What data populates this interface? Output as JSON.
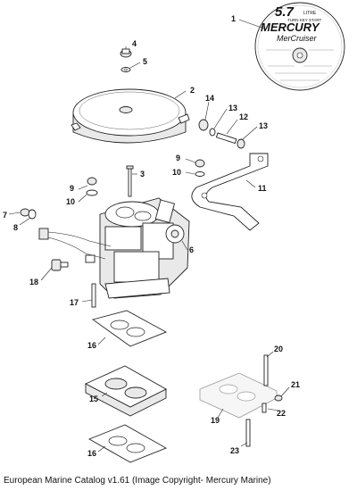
{
  "caption": "European Marine Catalog v1.61 (Image Copyright- Mercury Marine)",
  "disc": {
    "engine_size": "5.7",
    "litre": "LITRE",
    "start_type": "TURN KEY START",
    "brand": "MERCURY",
    "product": "MerCruiser"
  },
  "callouts": [
    {
      "id": "c1",
      "label": "1"
    },
    {
      "id": "c2",
      "label": "2"
    },
    {
      "id": "c3",
      "label": "3"
    },
    {
      "id": "c4",
      "label": "4"
    },
    {
      "id": "c5",
      "label": "5"
    },
    {
      "id": "c6",
      "label": "6"
    },
    {
      "id": "c7",
      "label": "7"
    },
    {
      "id": "c8",
      "label": "8"
    },
    {
      "id": "c9a",
      "label": "9"
    },
    {
      "id": "c9b",
      "label": "9"
    },
    {
      "id": "c10a",
      "label": "10"
    },
    {
      "id": "c10b",
      "label": "10"
    },
    {
      "id": "c11",
      "label": "11"
    },
    {
      "id": "c12",
      "label": "12"
    },
    {
      "id": "c13a",
      "label": "13"
    },
    {
      "id": "c13b",
      "label": "13"
    },
    {
      "id": "c14",
      "label": "14"
    },
    {
      "id": "c15",
      "label": "15"
    },
    {
      "id": "c16a",
      "label": "16"
    },
    {
      "id": "c16b",
      "label": "16"
    },
    {
      "id": "c17",
      "label": "17"
    },
    {
      "id": "c18",
      "label": "18"
    },
    {
      "id": "c19",
      "label": "19"
    },
    {
      "id": "c20",
      "label": "20"
    },
    {
      "id": "c21",
      "label": "21"
    },
    {
      "id": "c22",
      "label": "22"
    },
    {
      "id": "c23",
      "label": "23"
    }
  ]
}
